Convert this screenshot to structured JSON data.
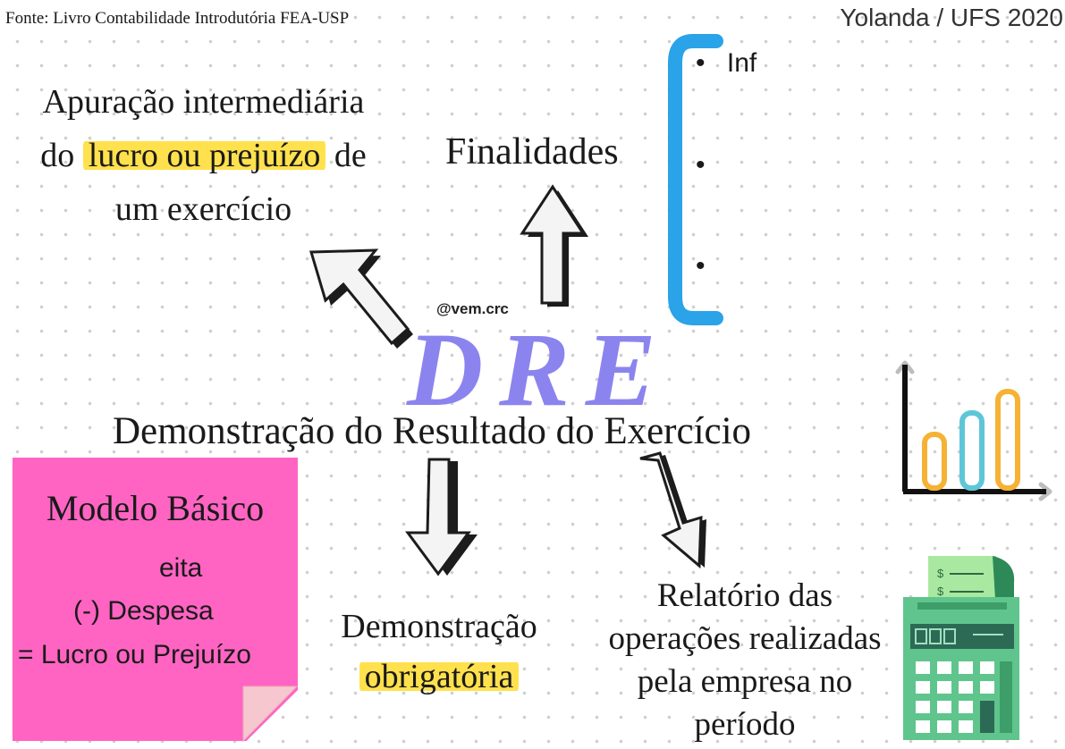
{
  "header": {
    "source": "Fonte: Livro Contabilidade Introdutória FEA-USP",
    "author": "Yolanda / UFS 2020"
  },
  "center": {
    "handle": "@vem.crc",
    "acronym": "DRE",
    "title": "Demonstração do Resultado do Exercício"
  },
  "apuracao": {
    "line1": "Apuração intermediária",
    "line2_pre": "do",
    "line2_highlight": "lucro ou prejuízo",
    "line2_post": "de",
    "line3": "um exercício"
  },
  "finalidades": {
    "label": "Finalidades",
    "bullets": [
      "Inf",
      "",
      ""
    ]
  },
  "modelo": {
    "title": "Modelo Básico",
    "lines": [
      "eita",
      "(-) Despesa",
      "= Lucro ou Prejuízo"
    ]
  },
  "obrigatoria": {
    "line1": "Demonstração",
    "line2_highlight": "obrigatória"
  },
  "relatorio": {
    "lines": [
      "Relatório das",
      "operações realizadas",
      "pela empresa no",
      "período"
    ]
  },
  "colors": {
    "acronym": "#8b84ee",
    "bracket": "#2aa3e8",
    "note": "#ff64c3",
    "note_fold": "#f7c7cf",
    "highlight": "#ffe14d",
    "bar_orange": "#f5b235",
    "bar_teal": "#5ec6d8",
    "calculator": "#5fc58d"
  },
  "icons": [
    "arrow-up-left-icon",
    "arrow-up-icon",
    "arrow-down-icon",
    "arrow-down-right-icon",
    "bar-chart-icon",
    "calculator-icon"
  ]
}
